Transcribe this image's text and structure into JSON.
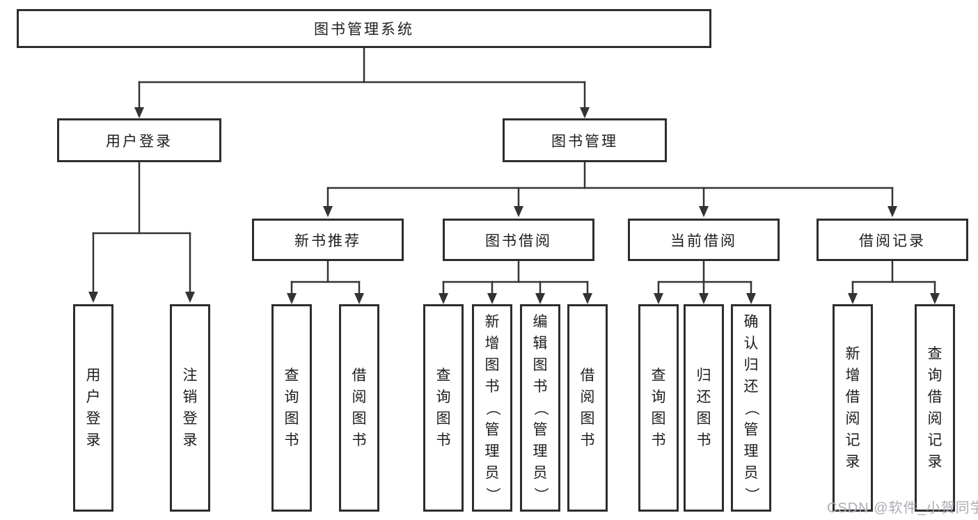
{
  "tree": {
    "label": "图书管理系统",
    "children": [
      {
        "label": "用户登录",
        "children": [
          {
            "label": "用户登录"
          },
          {
            "label": "注销登录"
          }
        ]
      },
      {
        "label": "图书管理",
        "children": [
          {
            "label": "新书推荐",
            "children": [
              {
                "label": "查询图书"
              },
              {
                "label": "借阅图书"
              }
            ]
          },
          {
            "label": "图书借阅",
            "children": [
              {
                "label": "查询图书"
              },
              {
                "label": "新增图书（管理员）"
              },
              {
                "label": "编辑图书（管理员）"
              },
              {
                "label": "借阅图书"
              }
            ]
          },
          {
            "label": "当前借阅",
            "children": [
              {
                "label": "查询图书"
              },
              {
                "label": "归还图书"
              },
              {
                "label": "确认归还（管理员）"
              }
            ]
          },
          {
            "label": "借阅记录",
            "children": [
              {
                "label": "新增借阅记录"
              },
              {
                "label": "查询借阅记录"
              }
            ]
          }
        ]
      }
    ]
  },
  "watermark": "CSDN @软件_小贺同学",
  "colors": {
    "line": "#333333",
    "box_border": "#2d2d2d",
    "text": "#1d1d1d",
    "watermark": "#abadb3",
    "background": "#ffffff"
  }
}
